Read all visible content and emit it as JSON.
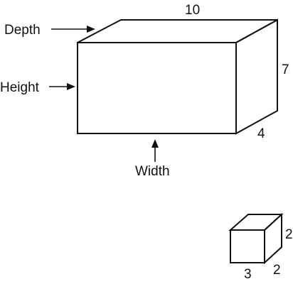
{
  "colors": {
    "line": "#111111",
    "background": "#ffffff"
  },
  "large_box": {
    "depth_label": "Depth",
    "height_label": "Height",
    "width_label": "Width",
    "top_dimension": "10",
    "right_dimension": "7",
    "depth_dimension": "4"
  },
  "small_box": {
    "right_dimension": "2",
    "depth_dimension": "2",
    "front_dimension": "3"
  }
}
